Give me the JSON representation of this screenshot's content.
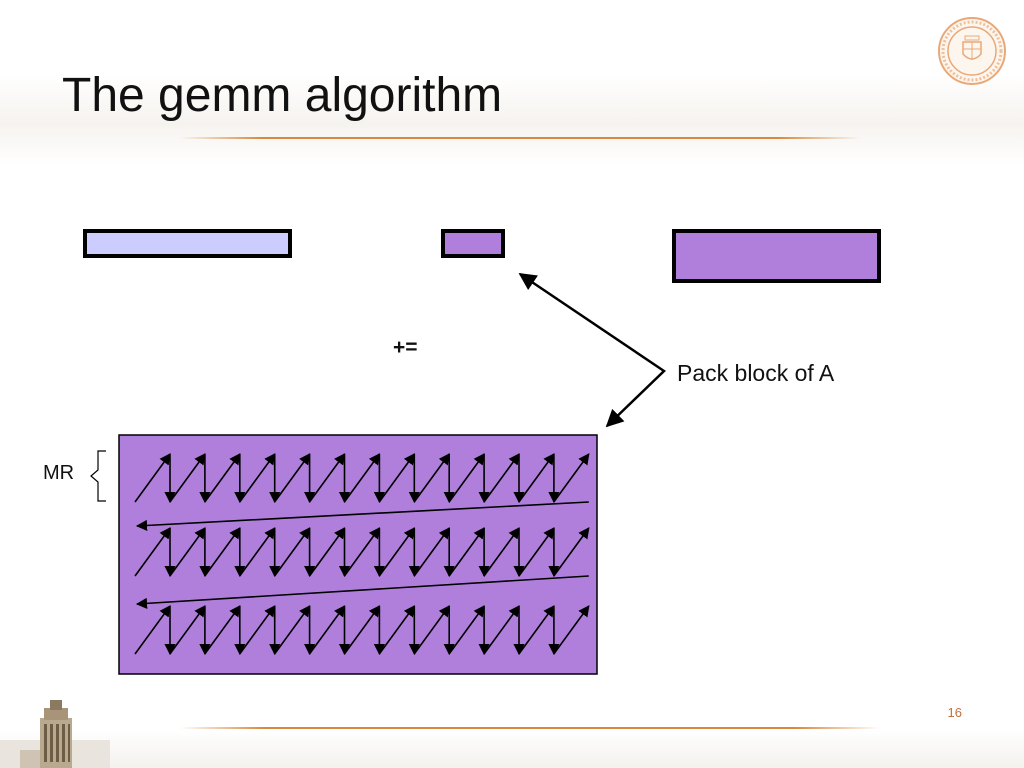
{
  "slide": {
    "title": "The gemm algorithm",
    "page_number": "16"
  },
  "diagram": {
    "operator_label": "+=",
    "callout_label": "Pack block of A",
    "block_height_label": "MR",
    "zigzag": {
      "bands": 3,
      "zigs_per_band": 13
    }
  },
  "colors": {
    "c_block_fill": "#ccccff",
    "a_block_fill": "#b07fdc",
    "packed_block_fill": "#b07fdc",
    "outline": "#000000",
    "accent_rule": "#d9893c"
  }
}
